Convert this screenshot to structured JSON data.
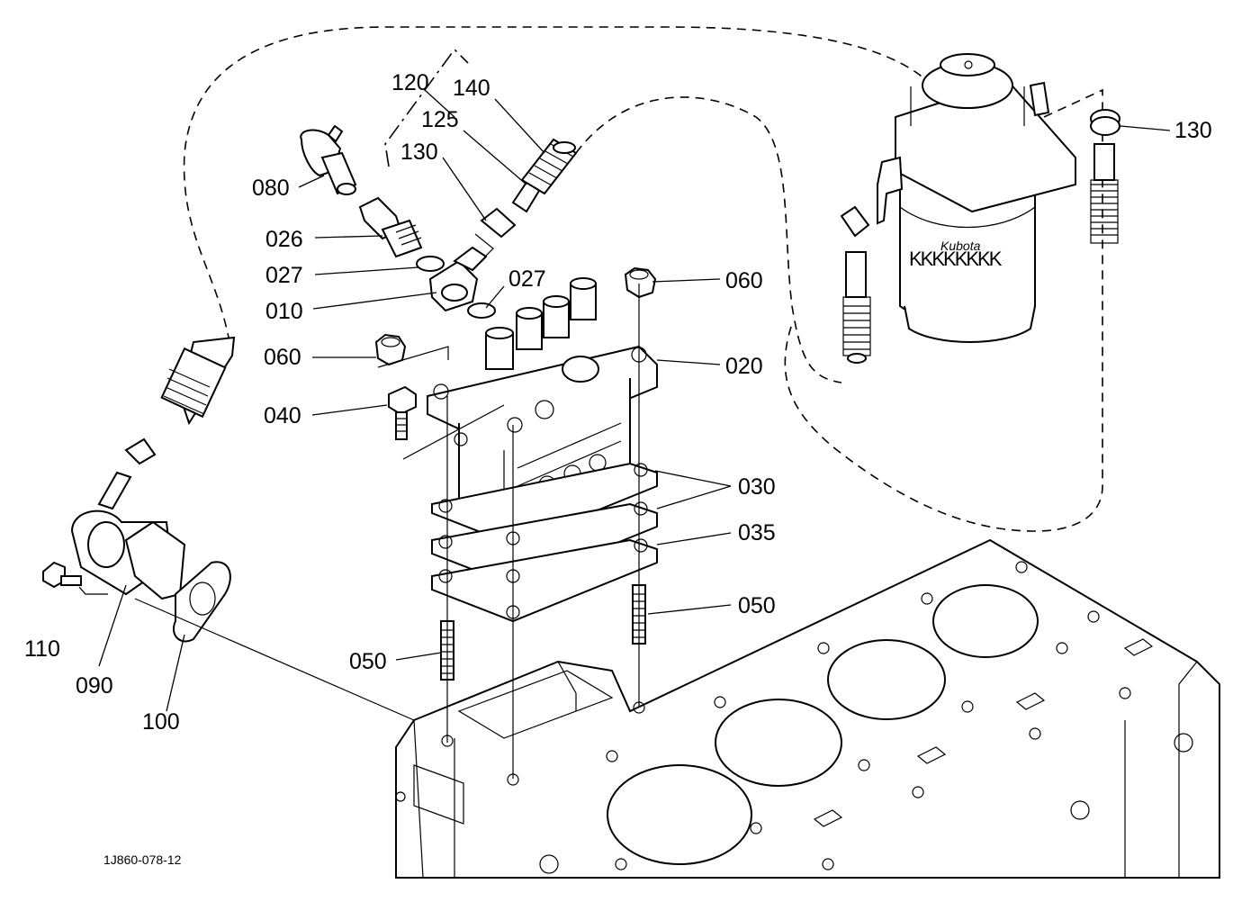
{
  "diagram": {
    "callouts": {
      "c120": "120",
      "c140": "140",
      "c125": "125",
      "c130a": "130",
      "c130b": "130",
      "c080": "080",
      "c026": "026",
      "c027a": "027",
      "c027b": "027",
      "c010": "010",
      "c060a": "060",
      "c060b": "060",
      "c020": "020",
      "c040": "040",
      "c030": "030",
      "c035": "035",
      "c050a": "050",
      "c050b": "050",
      "c110": "110",
      "c090": "090",
      "c100": "100"
    },
    "brand_text": "Kubota",
    "drawing_id": "1J860-078-12"
  }
}
